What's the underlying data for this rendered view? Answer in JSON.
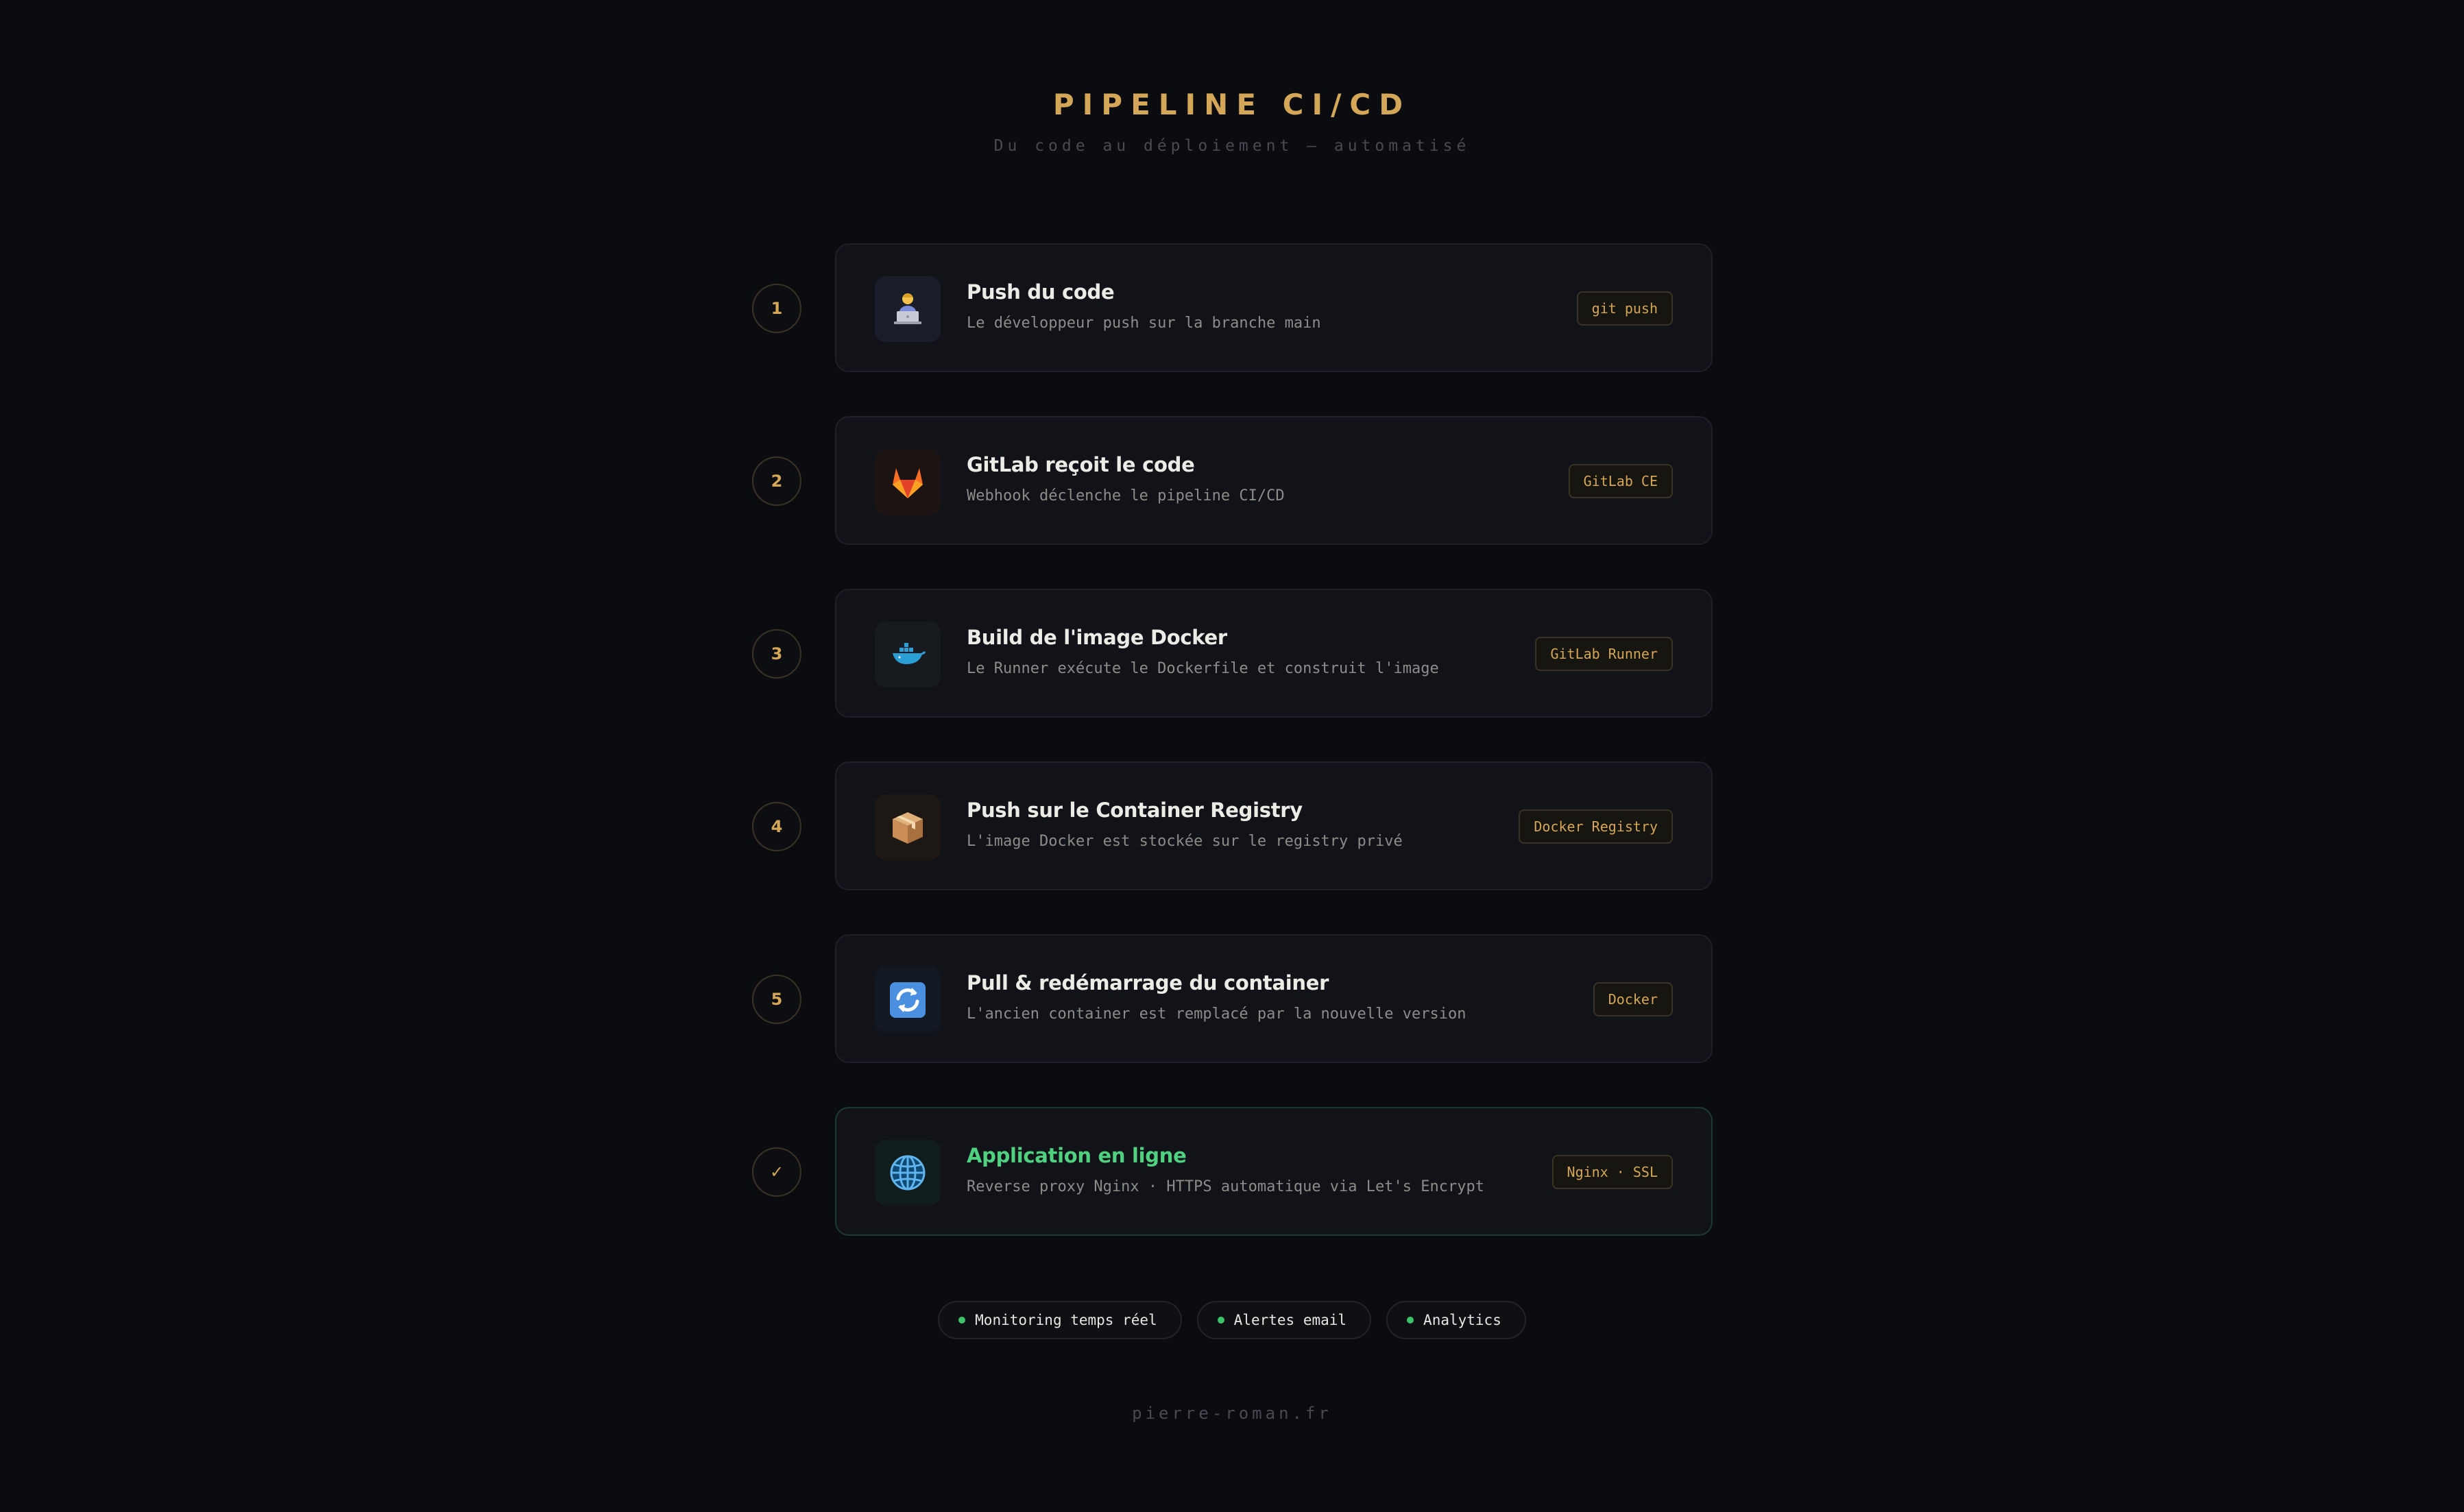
{
  "header": {
    "title": "PIPELINE CI/CD",
    "subtitle": "Du code au déploiement — automatisé"
  },
  "colors": {
    "accent": "#d4a657",
    "success": "#4fd17f",
    "background": "#0b0c10",
    "card": "#111318"
  },
  "steps": [
    {
      "number": "1",
      "icon": "developer-icon",
      "title": "Push du code",
      "description": "Le développeur push sur la branche main",
      "tag": "git push"
    },
    {
      "number": "2",
      "icon": "gitlab-icon",
      "title": "GitLab reçoit le code",
      "description": "Webhook déclenche le pipeline CI/CD",
      "tag": "GitLab CE"
    },
    {
      "number": "3",
      "icon": "docker-whale-icon",
      "title": "Build de l'image Docker",
      "description": "Le Runner exécute le Dockerfile et construit l'image",
      "tag": "GitLab Runner"
    },
    {
      "number": "4",
      "icon": "package-icon",
      "title": "Push sur le Container Registry",
      "description": "L'image Docker est stockée sur le registry privé",
      "tag": "Docker Registry"
    },
    {
      "number": "5",
      "icon": "refresh-icon",
      "title": "Pull & redémarrage du container",
      "description": "L'ancien container est remplacé par la nouvelle version",
      "tag": "Docker"
    },
    {
      "number": "✓",
      "icon": "globe-icon",
      "title": "Application en ligne",
      "description": "Reverse proxy Nginx · HTTPS automatique via Let's Encrypt",
      "tag": "Nginx · SSL"
    }
  ],
  "features": [
    {
      "label": "Monitoring temps réel"
    },
    {
      "label": "Alertes email"
    },
    {
      "label": "Analytics"
    }
  ],
  "footer": {
    "text": "pierre-roman.fr"
  }
}
